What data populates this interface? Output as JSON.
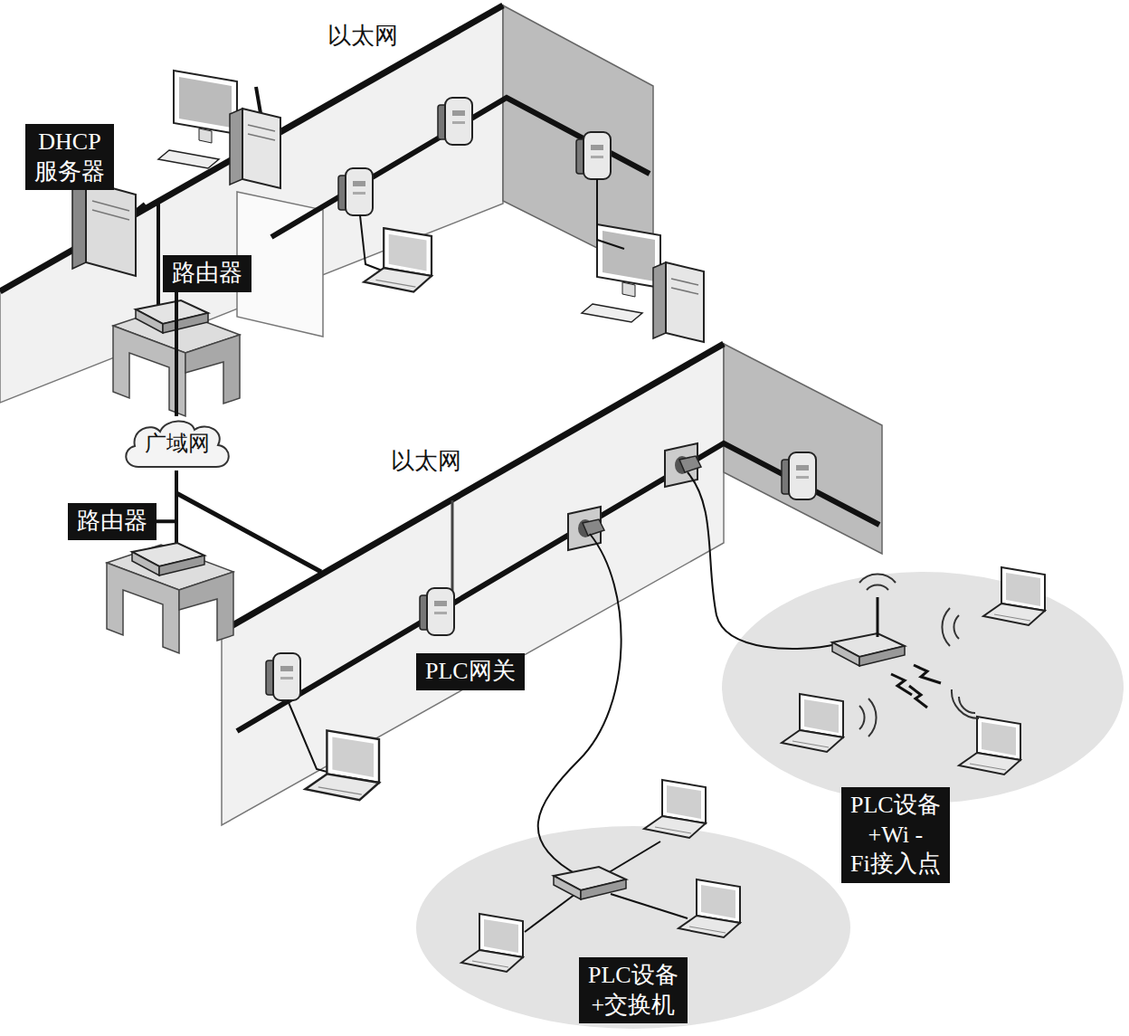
{
  "diagram": {
    "nodes": [
      {
        "text": [
          "DHCP 服务器"
        ]
      },
      {
        "text": [
          "路由器"
        ]
      },
      {
        "text": [
          "广域网"
        ]
      },
      {
        "text": [
          "路由器"
        ]
      },
      {
        "text": [
          "PLC网关"
        ]
      },
      {
        "text": [
          "PLC设备+Wi -Fi接入点"
        ]
      },
      {
        "text": [
          "PLC设备 +交换机"
        ]
      }
    ],
    "edges": [
      {
        "from": 1,
        "to": 2,
        "arrow": "none"
      },
      {
        "from": 2,
        "to": 3,
        "arrow": "none"
      }
    ],
    "labels": [
      "以太网",
      "以太网"
    ]
  }
}
